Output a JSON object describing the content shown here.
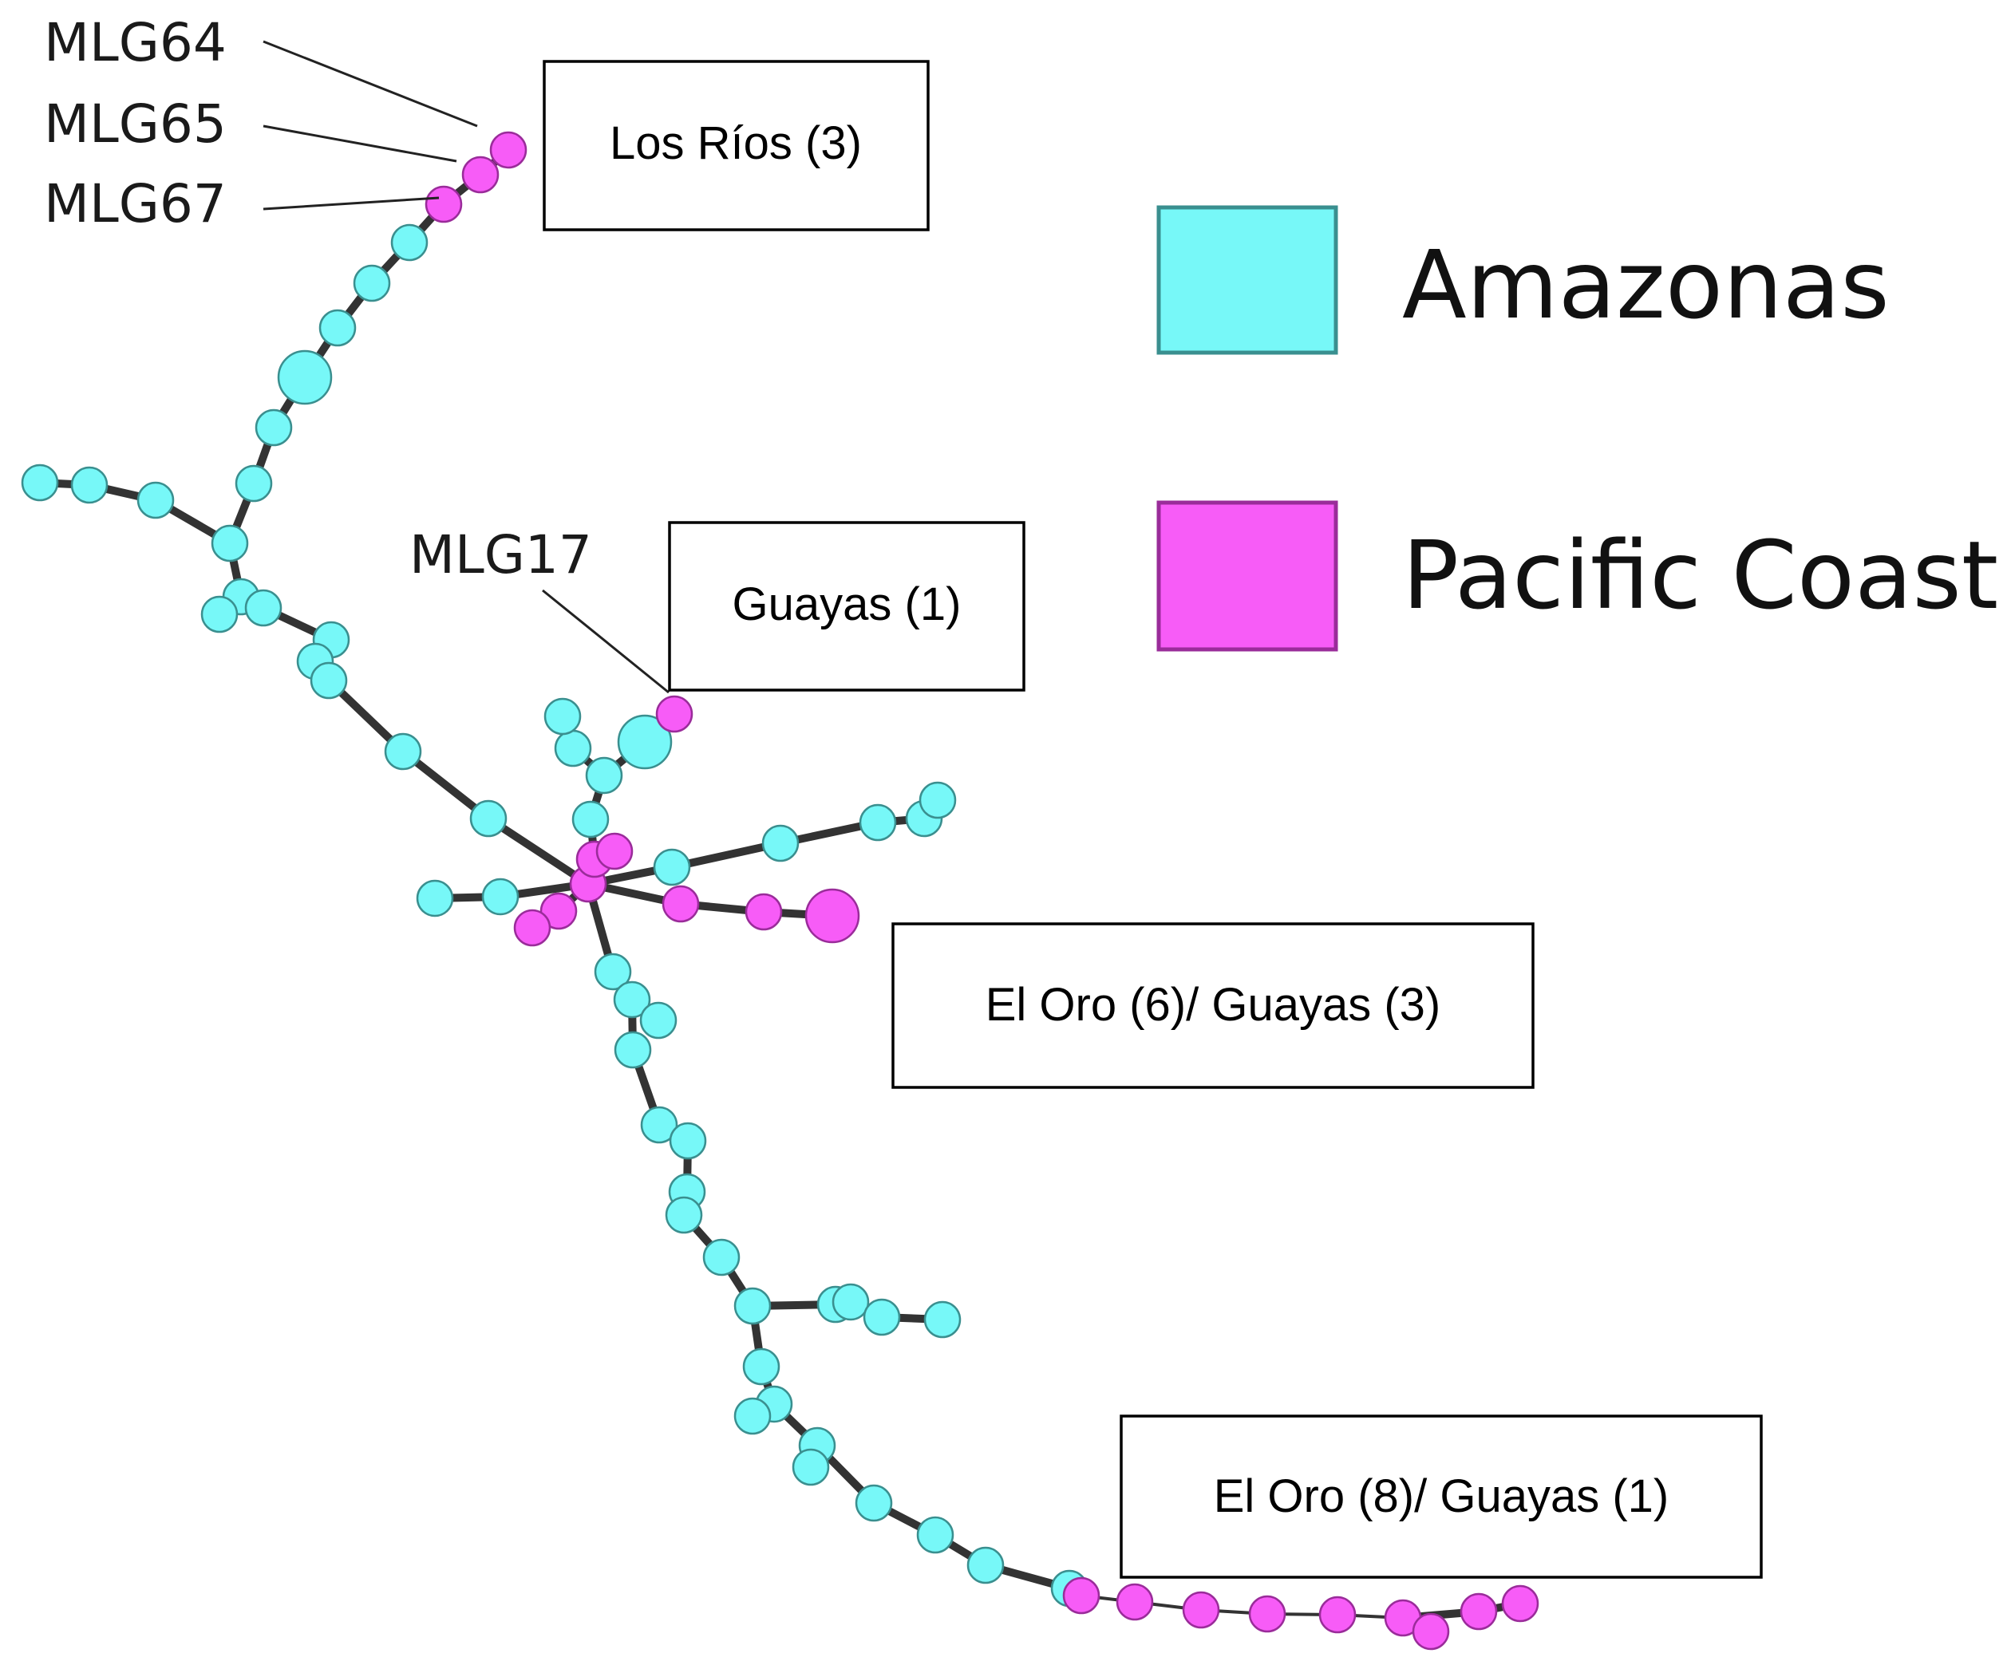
{
  "colors": {
    "Amazonas": "#77f8f8",
    "Amazonas_stroke": "#3a8f8f",
    "Pacific Coast": "#f75cf7",
    "Pacific Coast_stroke": "#9a2c9a",
    "edge": "#333333"
  },
  "legend": {
    "items": [
      {
        "label": "Amazonas",
        "color_key": "Amazonas"
      },
      {
        "label": "Pacific Coast",
        "color_key": "Pacific Coast"
      }
    ]
  },
  "mlg_labels": [
    {
      "id": "mlg64",
      "text": "MLG64"
    },
    {
      "id": "mlg65",
      "text": "MLG65"
    },
    {
      "id": "mlg67",
      "text": "MLG67"
    },
    {
      "id": "mlg17",
      "text": "MLG17"
    }
  ],
  "region_boxes": [
    {
      "id": "los-rios",
      "text": "Los Ríos (3)"
    },
    {
      "id": "guayas",
      "text": "Guayas (1)"
    },
    {
      "id": "el-oro-guayas-1",
      "text": "El Oro (6)/ Guayas (3)"
    },
    {
      "id": "el-oro-guayas-2",
      "text": "El Oro (8)/ Guayas (1)"
    }
  ]
}
